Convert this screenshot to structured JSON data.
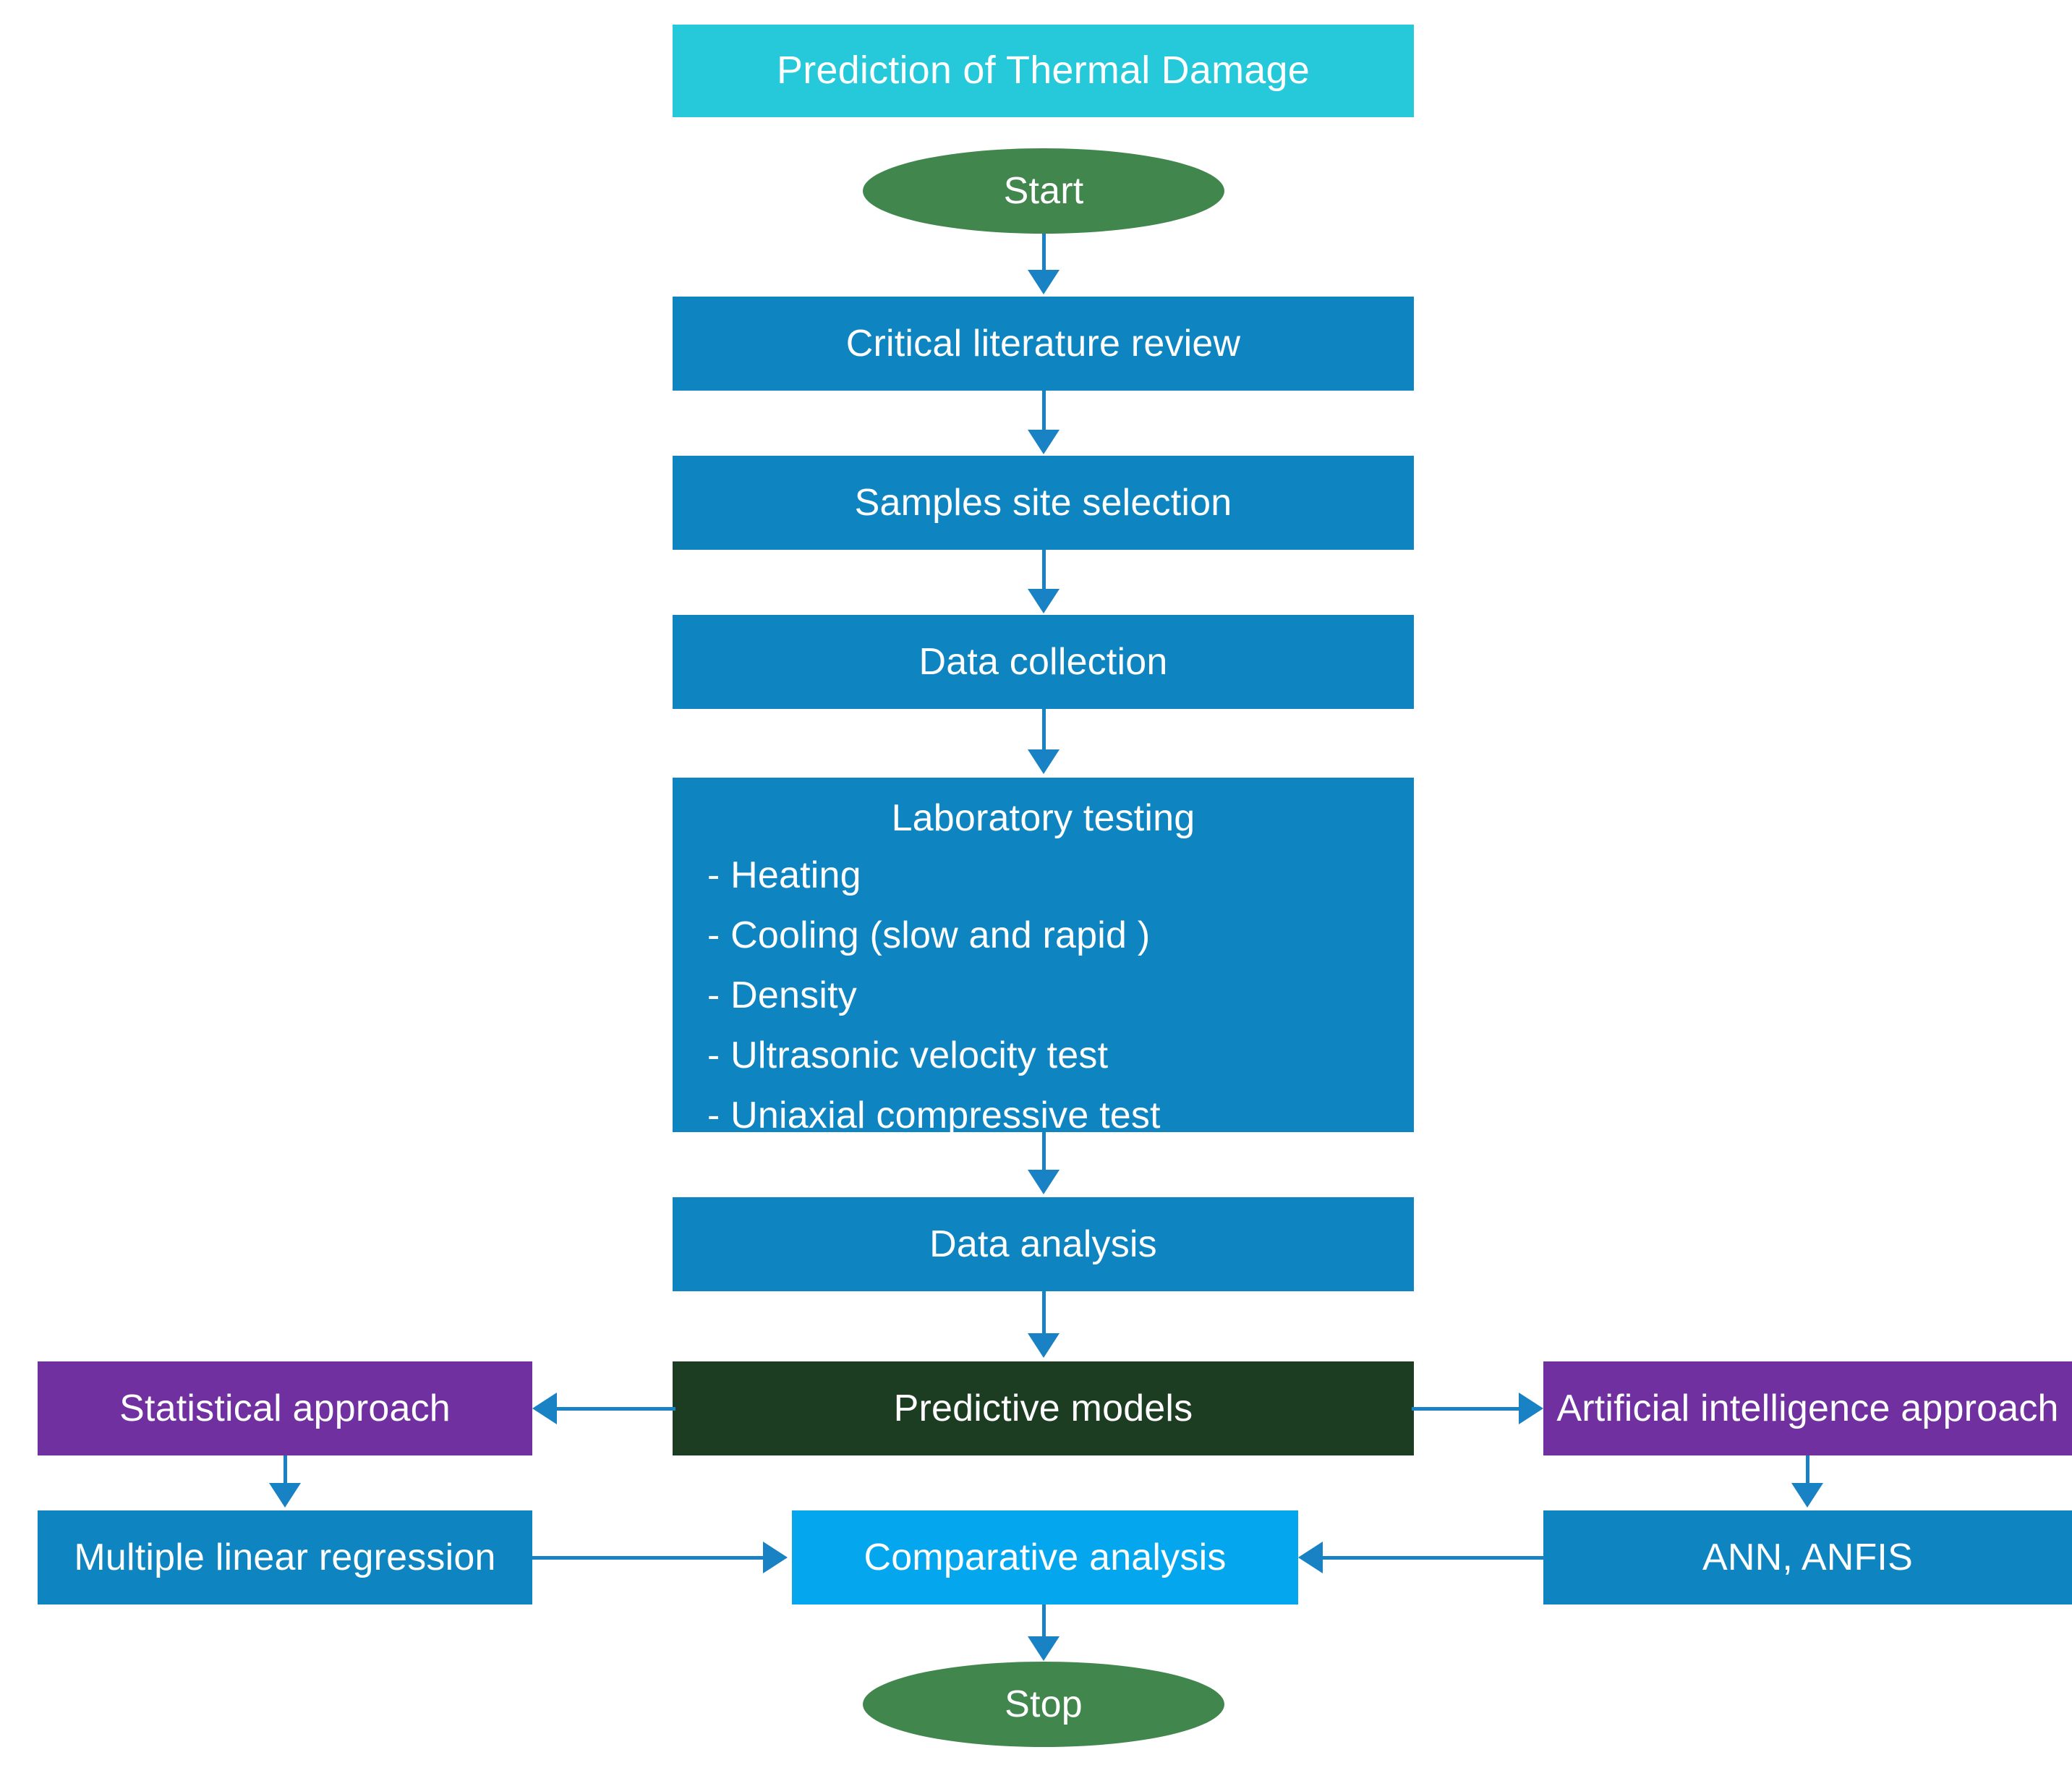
{
  "diagram": {
    "title": "Prediction of Thermal Damage",
    "colors": {
      "title_bar": "#26c9da",
      "process": "#0e85c0",
      "terminal": "#41874d",
      "decision": "#1d3d23",
      "approach": "#7030a0",
      "compare": "#04a7ed",
      "connector": "#1982c4",
      "text": "#ffffff"
    },
    "nodes": {
      "title_bar": "Prediction of Thermal Damage",
      "start": "Start",
      "literature_review": "Critical literature review",
      "sample_site": "Samples site selection",
      "data_collection": "Data collection",
      "lab_testing_title": "Laboratory testing",
      "lab_testing_items": [
        "- Heating",
        "- Cooling (slow and rapid )",
        "- Density",
        "- Ultrasonic velocity test",
        "- Uniaxial compressive test"
      ],
      "data_analysis": "Data analysis",
      "predictive_models": "Predictive models",
      "statistical_approach": "Statistical approach",
      "ai_approach": "Artificial intelligence approach",
      "multiple_linear_regression": "Multiple linear regression",
      "ann_anfis": "ANN, ANFIS",
      "comparative_analysis": "Comparative analysis",
      "stop": "Stop"
    }
  }
}
